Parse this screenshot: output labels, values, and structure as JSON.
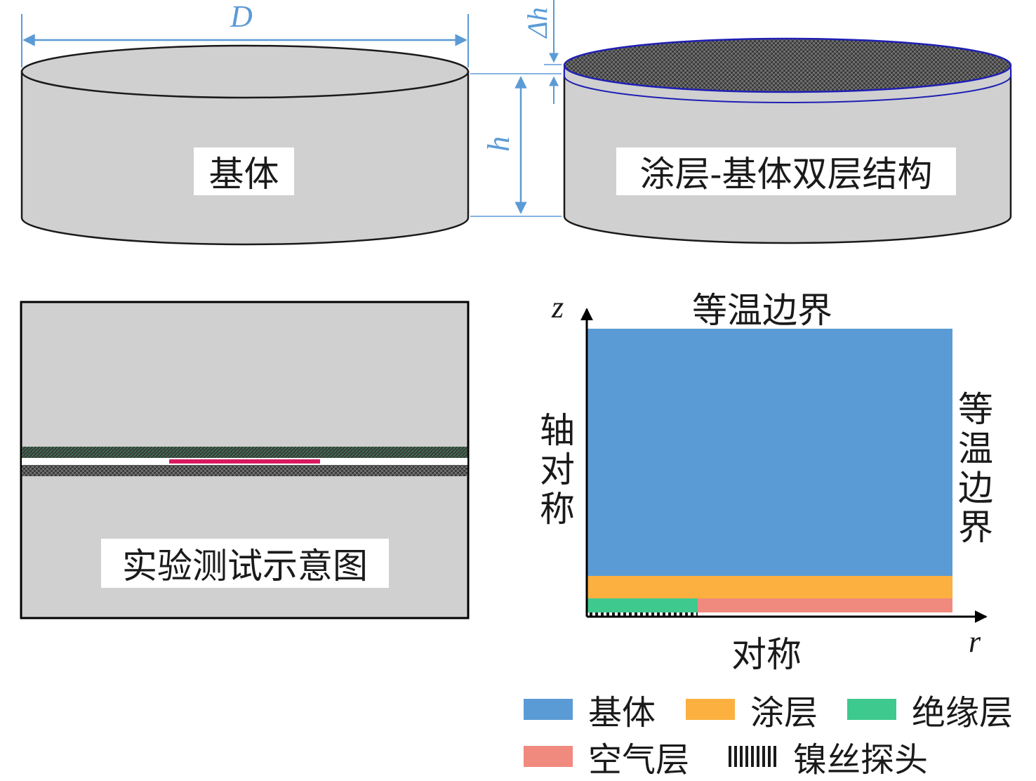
{
  "dimension_labels": {
    "diameter": "D",
    "coating_thickness": "Δh",
    "height": "h",
    "axis_z": "z",
    "axis_r": "r"
  },
  "panels": {
    "substrate_label": "基体",
    "bilayer_label": "涂层-基体双层结构",
    "experiment_label": "实验测试示意图"
  },
  "boundaries": {
    "top": "等温边界",
    "right_chars": [
      "等",
      "温",
      "边",
      "界"
    ],
    "left_chars": [
      "轴",
      "对",
      "称"
    ],
    "bottom": "对称"
  },
  "legend": {
    "substrate": "基体",
    "coating": "涂层",
    "insulation": "绝缘层",
    "air": "空气层",
    "probe": "镍丝探头"
  },
  "colors": {
    "substrate": "#5b9bd5",
    "coating": "#fbb040",
    "insulation": "#3ec98e",
    "air": "#f08a7e",
    "cylinder": "#d0d0d0",
    "dimension": "#5b9bd5",
    "coating_outline": "#1f1fb4",
    "probe_line": "#d81b60"
  }
}
